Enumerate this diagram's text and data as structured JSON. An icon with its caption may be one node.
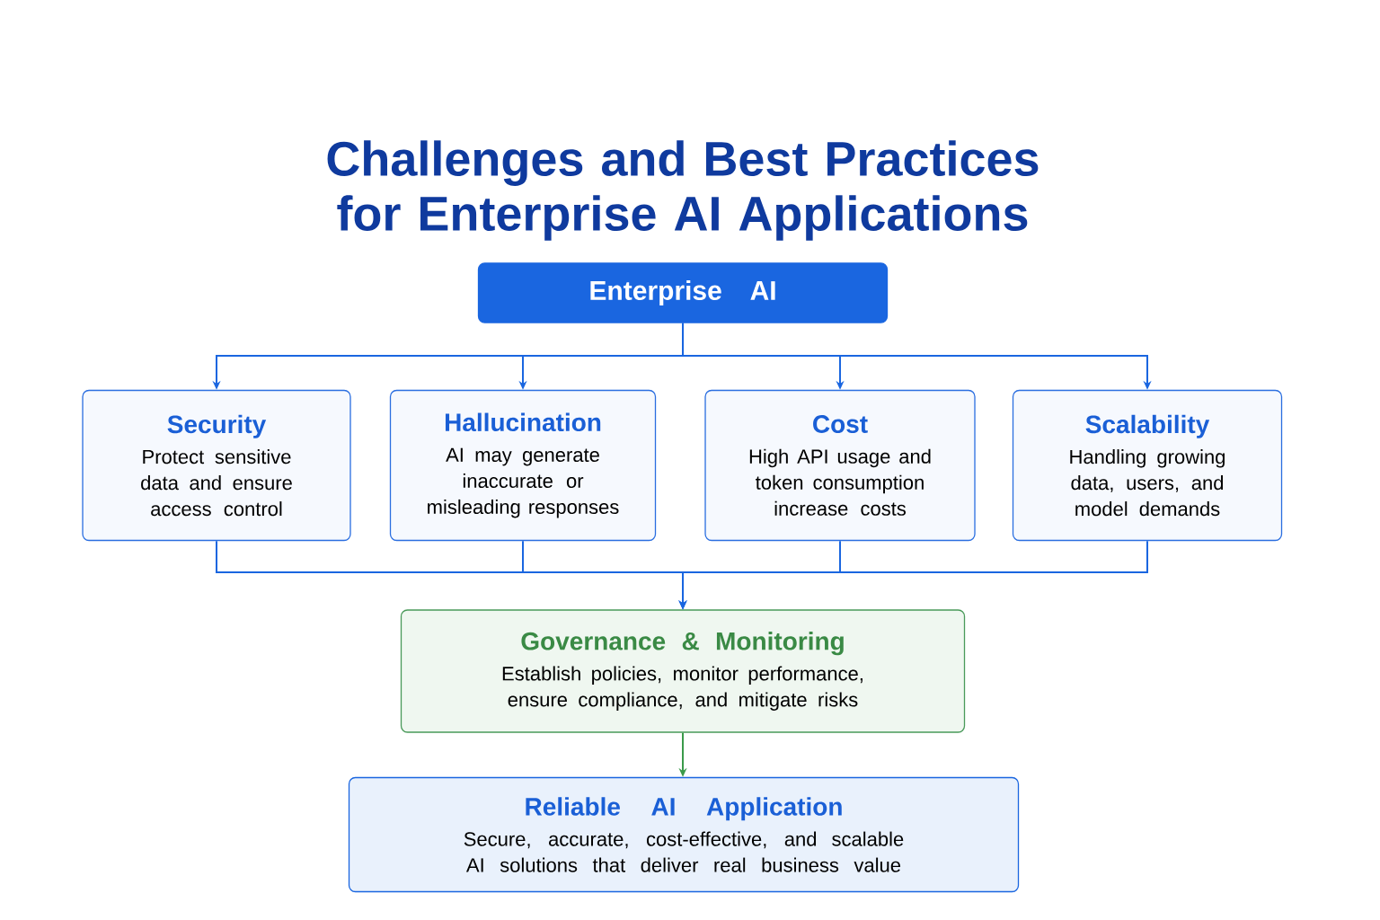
{
  "diagram": {
    "title": "Challenges and Best Practices for Enterprise AI Applications",
    "nodes": [
      {
        "text": [
          "Enterprise AI"
        ]
      },
      {
        "text": [
          "Security",
          "Protect sensitive data and ensure access control"
        ]
      },
      {
        "text": [
          "Hallucination",
          "AI may generate inaccurate or misleading responses"
        ]
      },
      {
        "text": [
          "Cost",
          "High API usage and token consumption increase costs"
        ]
      },
      {
        "text": [
          "Scalability",
          "Handling growing data, users, and model demands"
        ]
      },
      {
        "text": [
          "Governance & Monitoring",
          "Establish policies, monitor performance, ensure compliance, and mitigate risks"
        ]
      },
      {
        "text": [
          "Reliable AI Application",
          "Secure, accurate, cost-effective, and scalable AI solutions that deliver real business value"
        ]
      }
    ],
    "edges": [
      {
        "from": 0,
        "to": 1,
        "arrow": "to"
      },
      {
        "from": 0,
        "to": 2,
        "arrow": "to"
      },
      {
        "from": 0,
        "to": 3,
        "arrow": "to"
      },
      {
        "from": 0,
        "to": 4,
        "arrow": "to"
      },
      {
        "from": 1,
        "to": 5,
        "arrow": "to"
      },
      {
        "from": 2,
        "to": 5,
        "arrow": "to"
      },
      {
        "from": 3,
        "to": 5,
        "arrow": "to"
      },
      {
        "from": 4,
        "to": 5,
        "arrow": "to"
      },
      {
        "from": 5,
        "to": 6,
        "arrow": "to",
        "color": "#3a9a4a"
      }
    ]
  }
}
